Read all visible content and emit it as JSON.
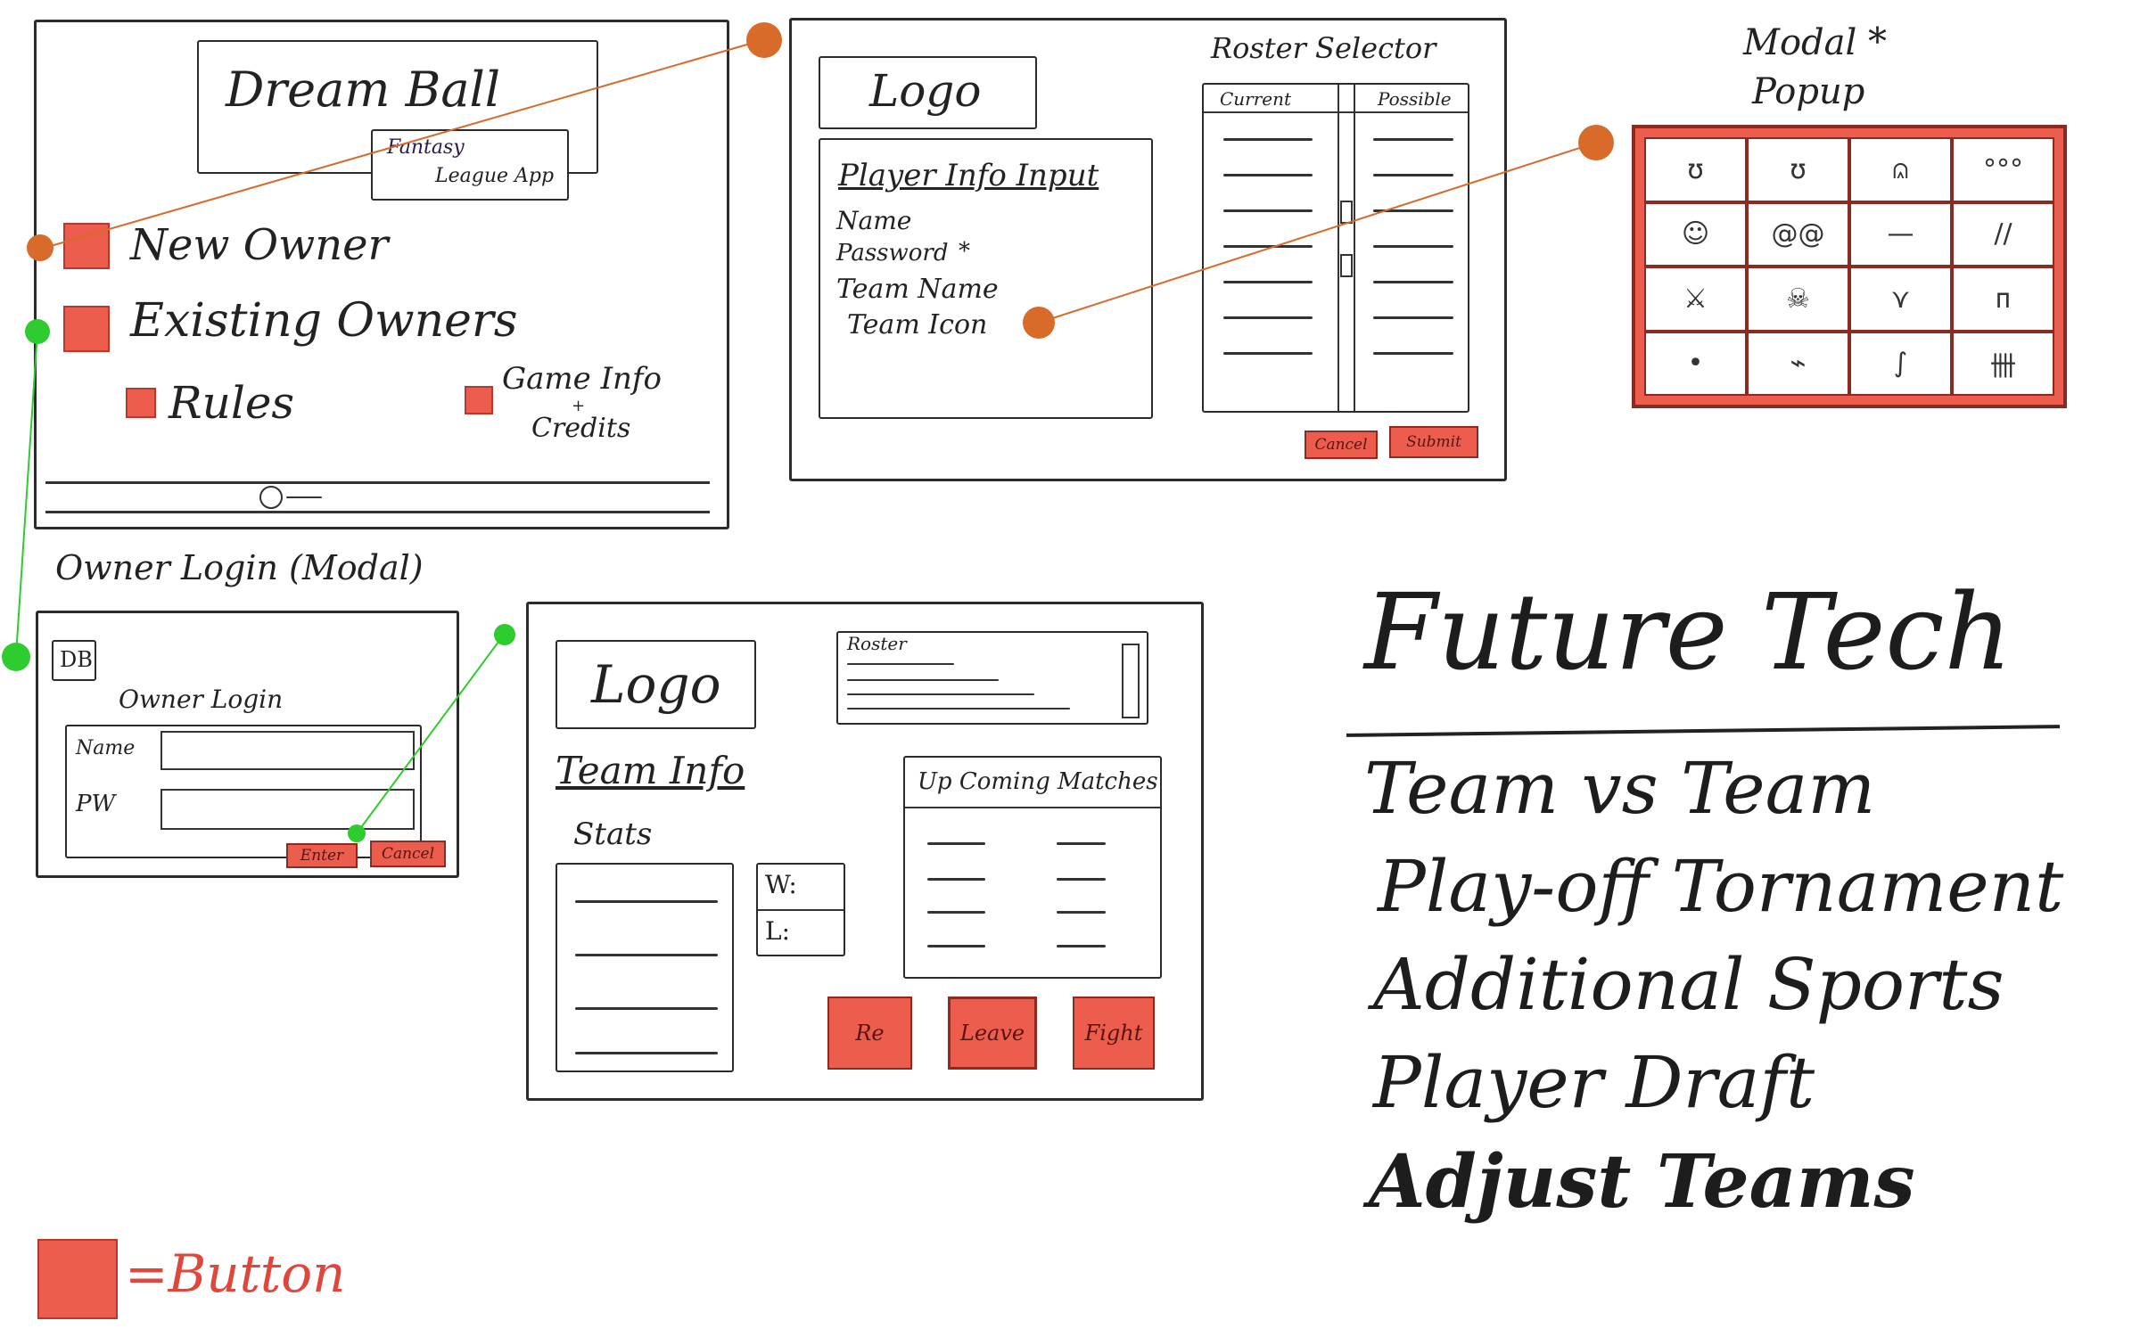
{
  "home": {
    "title": "Dream Ball",
    "tag_line1": "Fantasy",
    "tag_line2": "League App",
    "menu": [
      "New Owner",
      "Existing Owners",
      "Rules",
      "Game Info",
      "Credits"
    ],
    "connector": "+"
  },
  "login_modal": {
    "caption": "Owner Login (Modal)",
    "badge": "DB",
    "title": "Owner Login",
    "name_label": "Name",
    "pw_label": "PW",
    "enter": "Enter",
    "cancel": "Cancel"
  },
  "new_owner": {
    "logo": "Logo",
    "form_title": "Player Info Input",
    "fields": [
      "Name",
      "Password",
      "Team Name",
      "Team Icon"
    ],
    "asterisk": "*",
    "roster_title": "Roster Selector",
    "current": "Current",
    "possible": "Possible",
    "cancel": "Cancel",
    "submit": "Submit"
  },
  "modal_popup": {
    "title_line1": "Modal",
    "title_line2": "Popup",
    "asterisk": "*",
    "icons": [
      "ʊ",
      "ʊ",
      "⩄",
      "°°°",
      "☺",
      "@@",
      "—",
      "∕∕",
      "⚔",
      "☠",
      "⋎",
      "ᴨ",
      "•",
      "⌁",
      "∫",
      "卌"
    ]
  },
  "team_page": {
    "logo": "Logo",
    "roster": "Roster",
    "team_info": "Team Info",
    "stats": "Stats",
    "win": "W:",
    "loss": "L:",
    "upcoming": "Up Coming Matches",
    "buttons": [
      "Re",
      "Leave",
      "Fight"
    ]
  },
  "future_tech": {
    "title": "Future Tech",
    "items": [
      "Team vs Team",
      "Play-off Tornament",
      "Additional Sports",
      "Player Draft",
      "Adjust Teams"
    ]
  },
  "legend": {
    "label": "=Button"
  },
  "colors": {
    "button": "#ec5d4d",
    "connector_green": "#2ecc2e",
    "connector_orange": "#d86a2a"
  }
}
